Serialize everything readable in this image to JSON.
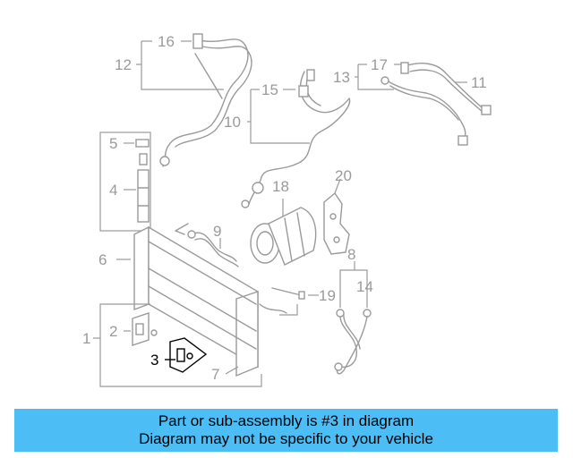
{
  "diagram": {
    "callouts": [
      "1",
      "2",
      "3",
      "4",
      "5",
      "6",
      "7",
      "8",
      "9",
      "10",
      "11",
      "12",
      "13",
      "14",
      "15",
      "16",
      "17",
      "18",
      "19",
      "20"
    ],
    "highlighted_callout": "3"
  },
  "banner": {
    "line1": "Part or sub-assembly is #3 in diagram",
    "line2": "Diagram may not be specific to your vehicle",
    "color": "#4dbdf5"
  },
  "colors": {
    "linework": "#9a9a9a",
    "highlight": "#000000"
  }
}
